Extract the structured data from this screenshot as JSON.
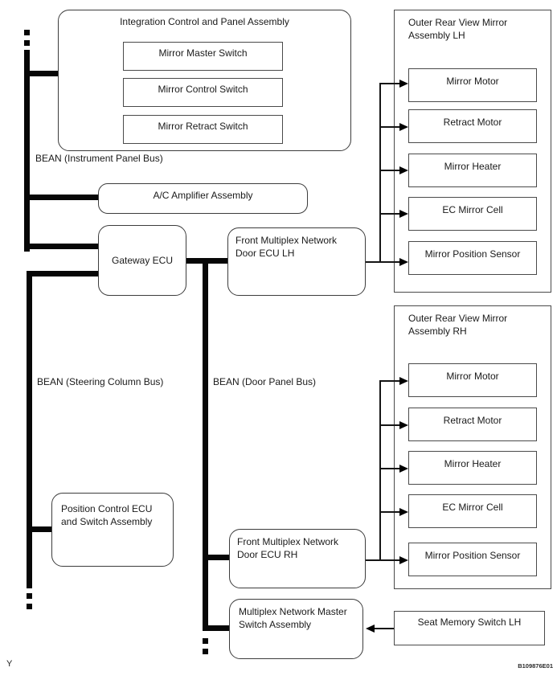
{
  "diagram_type": "vehicle multiplex communication system diagram",
  "bus_labels": {
    "instrument_panel": "BEAN (Instrument Panel Bus)",
    "steering_column": "BEAN (Steering Column Bus)",
    "door_panel": "BEAN (Door Panel Bus)"
  },
  "nodes": {
    "integration": {
      "title": "Integration Control and Panel Assembly",
      "items": [
        "Mirror Master Switch",
        "Mirror Control Switch",
        "Mirror Retract Switch"
      ]
    },
    "ac_amplifier": {
      "title": "A/C Amplifier Assembly"
    },
    "gateway": {
      "title": "Gateway ECU"
    },
    "door_ecu_lh": {
      "title": "Front Multiplex Network Door ECU LH"
    },
    "door_ecu_rh": {
      "title": "Front Multiplex Network Door ECU RH"
    },
    "mirror_assembly_lh": {
      "title": "Outer Rear View Mirror Assembly LH",
      "items": [
        "Mirror Motor",
        "Retract Motor",
        "Mirror Heater",
        "EC Mirror Cell",
        "Mirror Position Sensor"
      ]
    },
    "mirror_assembly_rh": {
      "title": "Outer Rear View Mirror Assembly RH",
      "items": [
        "Mirror Motor",
        "Retract Motor",
        "Mirror Heater",
        "EC Mirror Cell",
        "Mirror Position Sensor"
      ]
    },
    "position_control": {
      "title": "Position Control ECU and Switch Assembly"
    },
    "master_switch": {
      "title": "Multiplex Network Master Switch Assembly"
    },
    "seat_memory": {
      "title": "Seat Memory Switch LH"
    }
  },
  "footer": {
    "page_marker": "Y",
    "figure_code": "B109876E01"
  },
  "colors": {
    "line": "#000000",
    "background": "#ffffff",
    "text": "#1a1a1a"
  }
}
